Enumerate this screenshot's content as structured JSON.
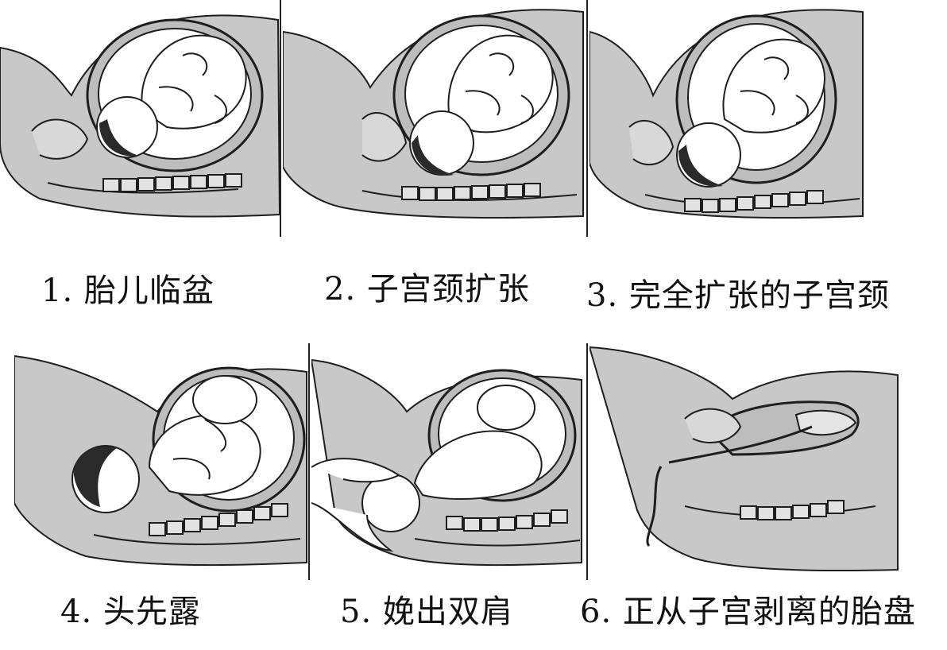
{
  "stages": [
    {
      "caption": "1. 胎儿临盆"
    },
    {
      "caption": "2. 子宫颈扩张"
    },
    {
      "caption": "3. 完全扩张的子宫颈"
    },
    {
      "caption": "4. 头先露"
    },
    {
      "caption": "5. 娩出双肩"
    },
    {
      "caption": "6. 正从子宫剥离的胎盘"
    }
  ],
  "colors": {
    "tissue": "#c8c8c8",
    "outline": "#1e1e1e",
    "hair": "#2a2a2a",
    "fluid": "#ffffff"
  }
}
